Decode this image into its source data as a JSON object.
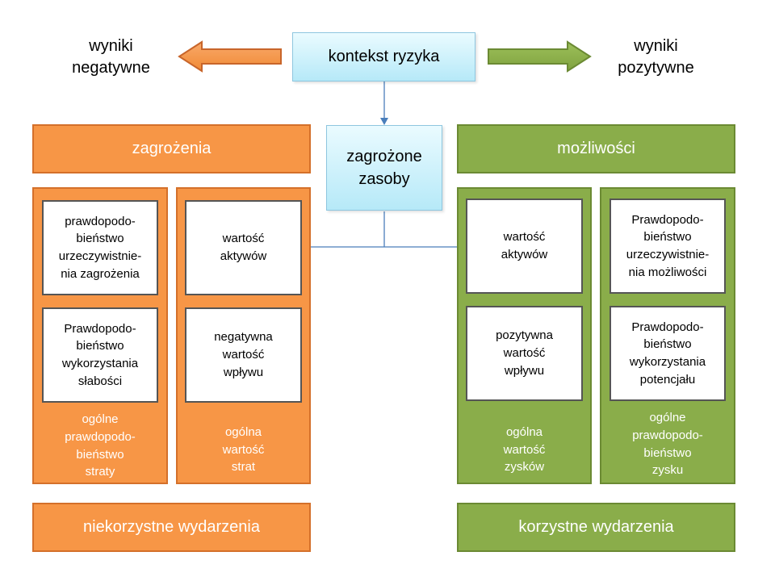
{
  "top": {
    "left_label": "wyniki\nnegatywne",
    "center_label": "kontekst ryzyka",
    "right_label": "wyniki\npozytywne"
  },
  "center_box": {
    "label": "zagrożone\nzasoby"
  },
  "left": {
    "header": "zagrożenia",
    "col1": {
      "box1": "prawdopodo-\nbieństwo\nurzeczywistnie-\nnia zagrożenia",
      "box2": "Prawdopodo-\nbieństwo\nwykorzystania\nsłabości",
      "footer": "ogólne\nprawdopodo-\nbieństwo\nstraty"
    },
    "col2": {
      "box1": "wartość\naktywów",
      "box2": "negatywna\nwartość\nwpływu",
      "footer": "ogólna\nwartość\nstrat"
    },
    "bottom": "niekorzystne wydarzenia"
  },
  "right": {
    "header": "możliwości",
    "col1": {
      "box1": "wartość\naktywów",
      "box2": "pozytywna\nwartość\nwpływu",
      "footer": "ogólna\nwartość\nzysków"
    },
    "col2": {
      "box1": "Prawdopodo-\nbieństwo\nurzeczywistnie-\nnia możliwości",
      "box2": "Prawdopodo-\nbieństwo\nwykorzystania\npotencjału",
      "footer": "ogólne\nprawdopodo-\nbieństwo\nzysku"
    },
    "bottom": "korzystne wydarzenia"
  },
  "colors": {
    "orange": "#f79646",
    "green": "#8aad4a",
    "blue": "#b6e9f8",
    "connector": "#4a7ebb"
  }
}
